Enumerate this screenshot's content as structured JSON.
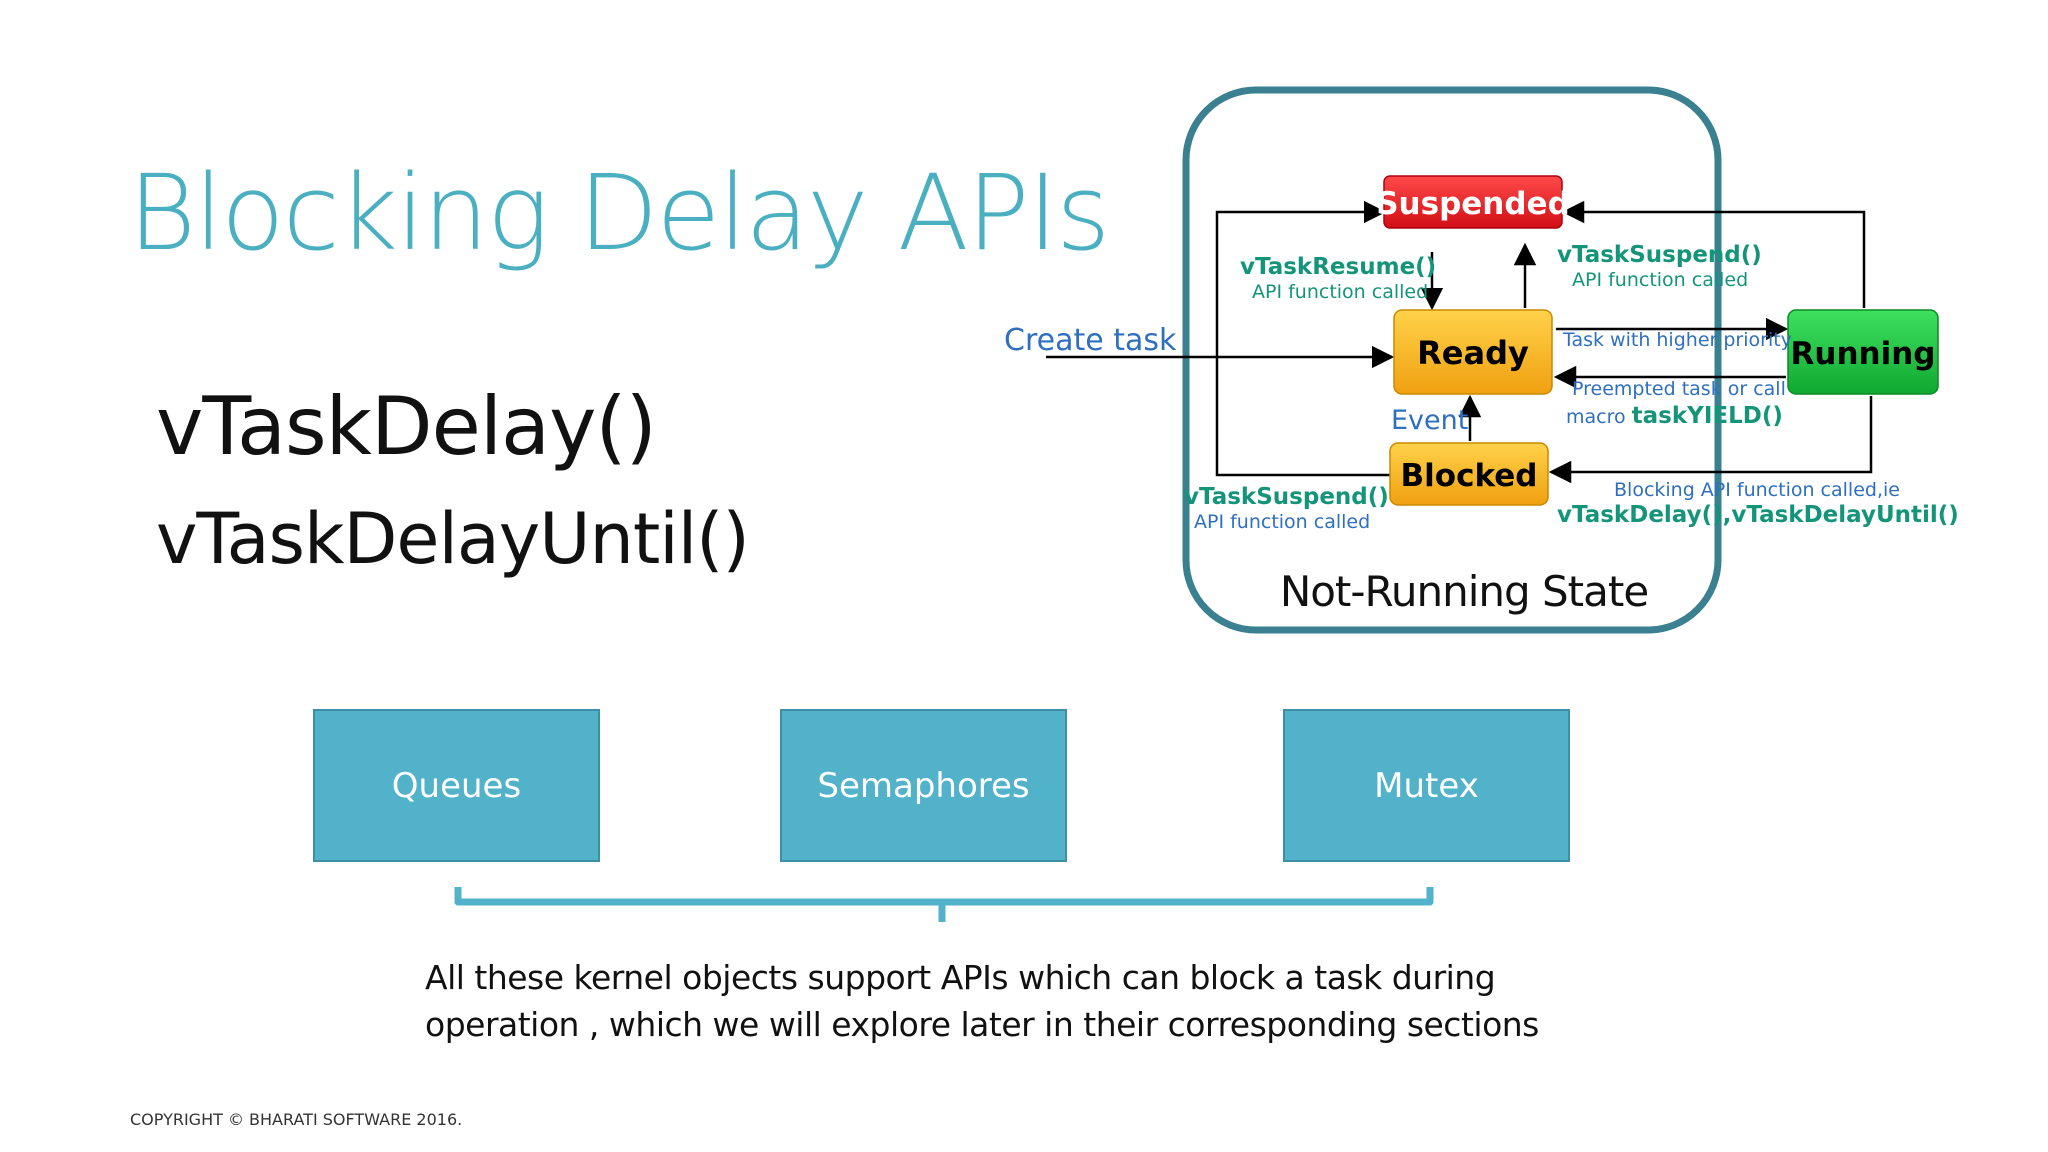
{
  "slide": {
    "title": "Blocking Delay APIs",
    "apis": [
      "vTaskDelay()",
      "vTaskDelayUntil()"
    ],
    "kernel_objects": [
      "Queues",
      "Semaphores",
      "Mutex"
    ],
    "caption_line1": "All these kernel objects support APIs which can block a task during",
    "caption_line2": "operation , which we will explore later in their corresponding sections",
    "copyright": "COPYRIGHT © BHARATI SOFTWARE 2016."
  },
  "diagram": {
    "states": {
      "suspended": "Suspended",
      "ready": "Ready",
      "blocked": "Blocked",
      "running": "Running"
    },
    "group_label": "Not-Running State",
    "transitions": {
      "create_task": "Create task",
      "resume_fn": "vTaskResume()",
      "resume_note": "API function called",
      "suspend_fn_top": "vTaskSuspend()",
      "suspend_note_top": "API function called",
      "higher_priority": "Task with higher priority",
      "preempted_line1": "Preempted task or call",
      "preempted_macro_prefix": "macro",
      "preempted_macro": "taskYIELD()",
      "event": "Event",
      "suspend_fn_bottom": "vTaskSuspend()",
      "suspend_note_bottom": "API function called",
      "blocking_note": "Blocking API function called,ie",
      "blocking_fns": "vTaskDelay(),vTaskDelayUntil()"
    },
    "colors": {
      "suspended": "#e8141c",
      "ready": "#f7b51a",
      "blocked": "#f7b51a",
      "running": "#16b83a",
      "group_border": "#3a8090",
      "api_text": "#14957a",
      "note_text": "#2f6fc0"
    }
  }
}
